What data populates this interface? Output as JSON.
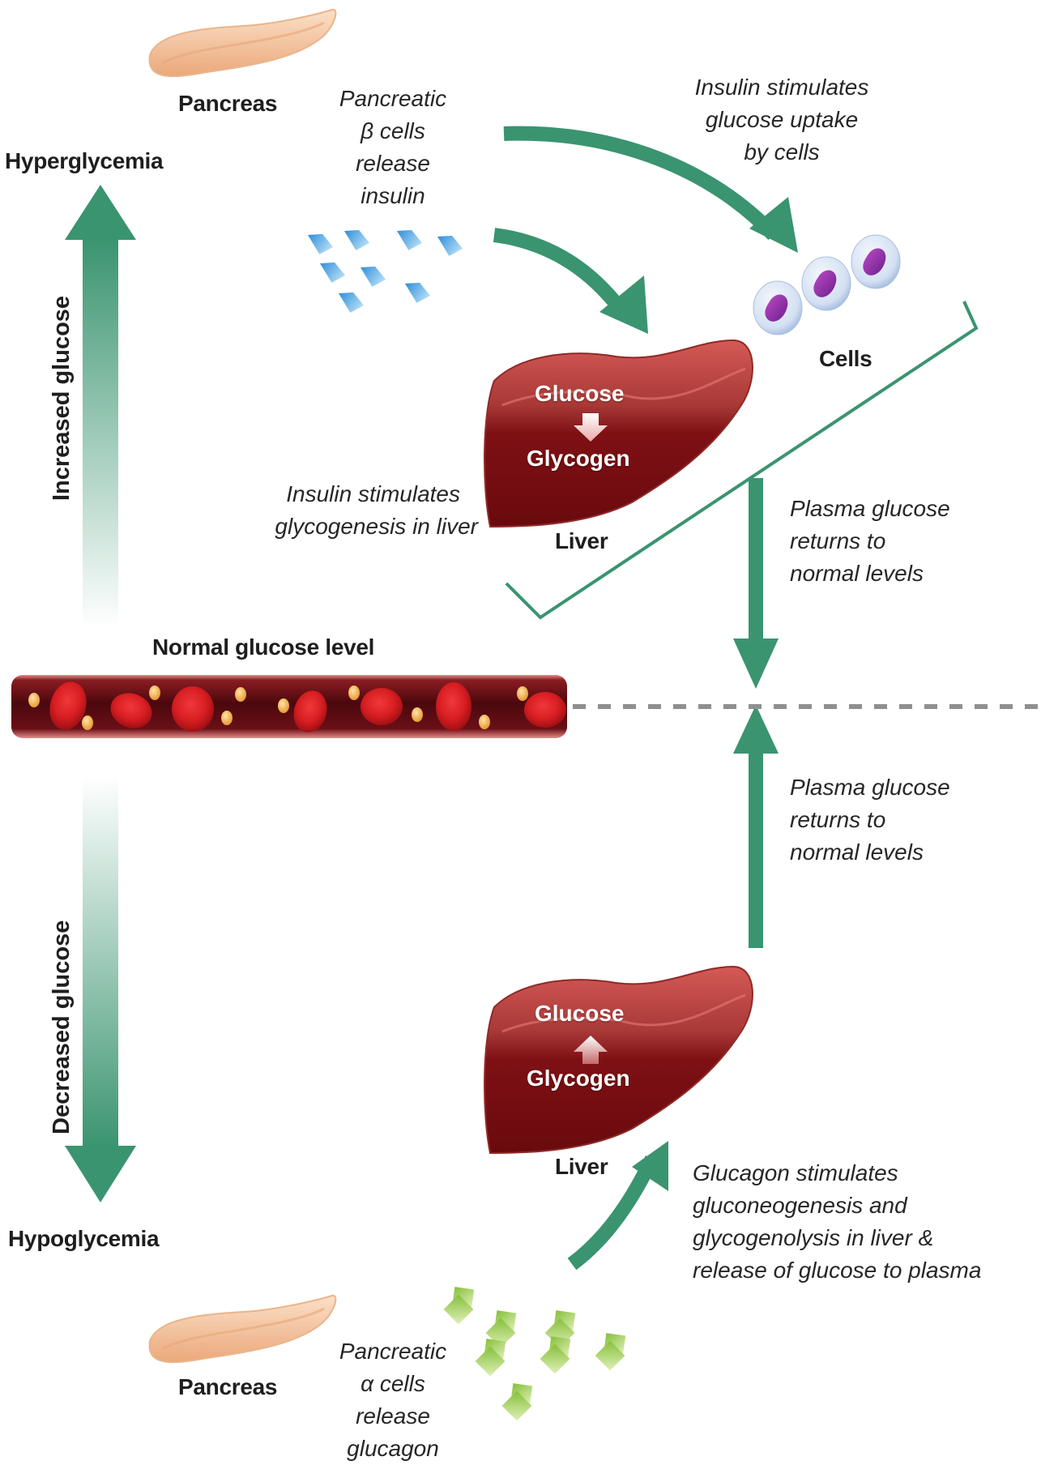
{
  "title": "Blood glucose regulation by insulin and glucagon",
  "colors": {
    "arrow_green": "#3a9470",
    "liver_dark": "#7a0d12",
    "liver_light": "#c9504d",
    "vessel": "#5a0c12",
    "rbc": "#e0262a",
    "glucose_dot": "#f4b04a",
    "insulin_blue": "#4aa8e4",
    "glucagon_green": "#9ccc52",
    "pancreas": "#f2c39b",
    "cell_membrane": "#c8d8ee",
    "cell_nucleus": "#8a2a9a",
    "dash_gray": "#8f8f8f"
  },
  "states": {
    "hyperglycemia": "Hyperglycemia",
    "hypoglycemia": "Hypoglycemia",
    "normal": "Normal glucose level"
  },
  "side_arrows": {
    "increase": "Increased glucose",
    "decrease": "Decreased glucose"
  },
  "top": {
    "pancreas_label": "Pancreas",
    "beta_caption": [
      "Pancreatic",
      "β cells",
      "release",
      "insulin"
    ],
    "cells_caption": [
      "Insulin stimulates",
      "glucose uptake",
      "by cells"
    ],
    "cells_label": "Cells",
    "liver_caption": [
      "Insulin stimulates",
      "glycogenesis in liver"
    ],
    "liver": {
      "top": "Glucose",
      "bottom": "Glycogen",
      "label": "Liver",
      "direction": "down"
    },
    "return_caption": [
      "Plasma glucose",
      "returns to",
      "normal levels"
    ]
  },
  "bottom": {
    "return_caption": [
      "Plasma glucose",
      "returns to",
      "normal levels"
    ],
    "liver": {
      "top": "Glucose",
      "bottom": "Glycogen",
      "label": "Liver",
      "direction": "up"
    },
    "glucagon_caption": [
      "Glucagon stimulates",
      "gluconeogenesis and",
      "glycogenolysis in liver &",
      "release of glucose to plasma"
    ],
    "pancreas_label": "Pancreas",
    "alpha_caption": [
      "Pancreatic",
      "α cells",
      "release",
      "glucagon"
    ]
  }
}
